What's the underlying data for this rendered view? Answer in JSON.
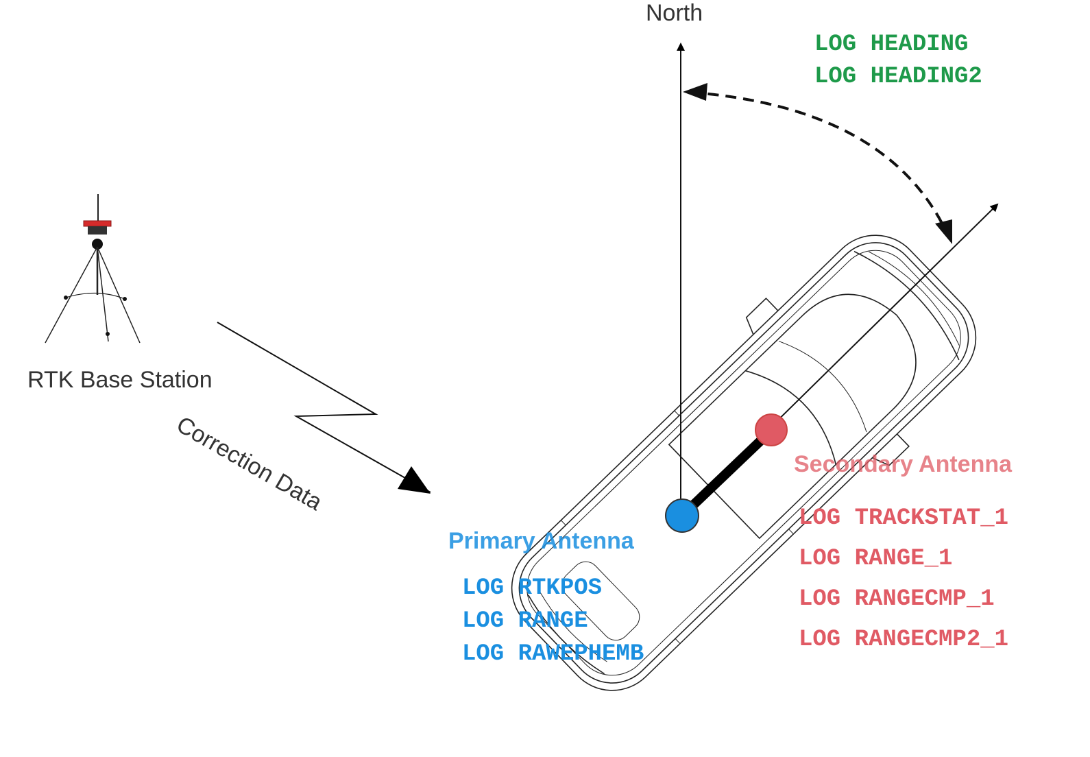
{
  "colors": {
    "primary": "#1a8fe0",
    "secondary": "#e05a64",
    "heading": "#1e9a4a",
    "text": "#333333"
  },
  "labels": {
    "north": "North",
    "base_station": "RTK Base Station",
    "correction": "Correction Data",
    "primary_antenna": "Primary Antenna",
    "secondary_antenna": "Secondary Antenna"
  },
  "logs": {
    "heading": [
      "LOG HEADING",
      "LOG HEADING2"
    ],
    "primary": [
      "LOG RTKPOS",
      "LOG RANGE",
      "LOG RAWEPHEMB"
    ],
    "secondary": [
      "LOG TRACKSTAT_1",
      "LOG RANGE_1",
      "LOG RANGECMP_1",
      "LOG RANGECMP2_1"
    ]
  }
}
